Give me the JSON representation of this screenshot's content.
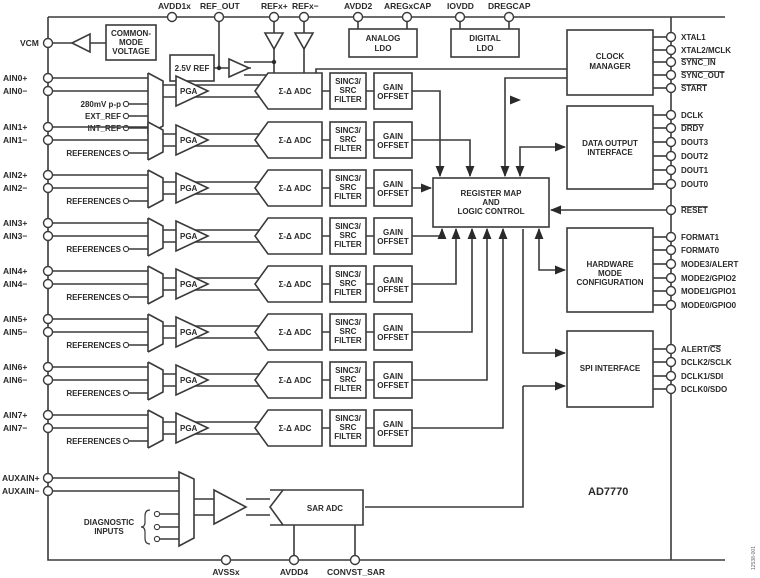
{
  "diagram": {
    "part_number": "AD7770",
    "figure_id": "12538-001",
    "top_pins": [
      "AVDD1x",
      "REF_OUT",
      "REFx+",
      "REFx−",
      "AVDD2",
      "AREGxCAP",
      "IOVDD",
      "DREGCAP"
    ],
    "bottom_pins": [
      "AVSSx",
      "AVDD4",
      "CONVST_SAR"
    ],
    "left_pins": {
      "vcm": "VCM",
      "aux": [
        "AUXAIN+",
        "AUXAIN−"
      ]
    },
    "blocks": {
      "common_mode": [
        "COMMON-",
        "MODE",
        "VOLTAGE"
      ],
      "ref_2v5": "2.5V REF",
      "analog_ldo": [
        "ANALOG",
        "LDO"
      ],
      "digital_ldo": [
        "DIGITAL",
        "LDO"
      ],
      "clock_manager": [
        "CLOCK",
        "MANAGER"
      ],
      "data_output": [
        "DATA OUTPUT",
        "INTERFACE"
      ],
      "register_map": [
        "REGISTER MAP",
        "AND",
        "LOGIC CONTROL"
      ],
      "hw_mode": [
        "HARDWARE",
        "MODE",
        "CONFIGURATION"
      ],
      "spi": "SPI INTERFACE",
      "sar_adc": "SAR ADC",
      "diagnostic": [
        "DIAGNOSTIC",
        "INPUTS"
      ]
    },
    "channel_blocks": {
      "pga": "PGA",
      "adc": "Σ-Δ ADC",
      "filter": [
        "SINC3/",
        "SRC",
        "FILTER"
      ],
      "gain": [
        "GAIN",
        "OFFSET"
      ]
    },
    "channels": [
      {
        "pos": "AIN0+",
        "neg": "AIN0−",
        "refs": [
          "280mV p-p",
          "EXT_REF",
          "INT_REF"
        ]
      },
      {
        "pos": "AIN1+",
        "neg": "AIN1−",
        "refs": [
          "REFERENCES"
        ]
      },
      {
        "pos": "AIN2+",
        "neg": "AIN2−",
        "refs": [
          "REFERENCES"
        ]
      },
      {
        "pos": "AIN3+",
        "neg": "AIN3−",
        "refs": [
          "REFERENCES"
        ]
      },
      {
        "pos": "AIN4+",
        "neg": "AIN4−",
        "refs": [
          "REFERENCES"
        ]
      },
      {
        "pos": "AIN5+",
        "neg": "AIN5−",
        "refs": [
          "REFERENCES"
        ]
      },
      {
        "pos": "AIN6+",
        "neg": "AIN6−",
        "refs": [
          "REFERENCES"
        ]
      },
      {
        "pos": "AIN7+",
        "neg": "AIN7−",
        "refs": [
          "REFERENCES"
        ]
      }
    ],
    "right_pin_groups": {
      "clock": [
        {
          "label": "XTAL1",
          "overbar": false
        },
        {
          "label": "XTAL2/MCLK",
          "overbar": false
        },
        {
          "label": "SYNC_IN",
          "overbar": true
        },
        {
          "label": "SYNC_OUT",
          "overbar": true
        },
        {
          "label": "START",
          "overbar": true
        }
      ],
      "data_output": [
        {
          "label": "DCLK",
          "overbar": false
        },
        {
          "label": "DRDY",
          "overbar": true
        },
        {
          "label": "DOUT3",
          "overbar": false
        },
        {
          "label": "DOUT2",
          "overbar": false
        },
        {
          "label": "DOUT1",
          "overbar": false
        },
        {
          "label": "DOUT0",
          "overbar": false
        }
      ],
      "reset": {
        "label": "RESET",
        "overbar": true
      },
      "hw_mode": [
        {
          "label": "FORMAT1",
          "overbar": false
        },
        {
          "label": "FORMAT0",
          "overbar": false
        },
        {
          "label": "MODE3/ALERT",
          "overbar": false
        },
        {
          "label": "MODE2/GPIO2",
          "overbar": false
        },
        {
          "label": "MODE1/GPIO1",
          "overbar": false
        },
        {
          "label": "MODE0/GPIO0",
          "overbar": false
        }
      ],
      "spi": [
        {
          "label": "ALERT/CS",
          "overbar": false,
          "partial_overbar": "CS"
        },
        {
          "label": "DCLK2/SCLK",
          "overbar": false
        },
        {
          "label": "DCLK1/SDI",
          "overbar": false
        },
        {
          "label": "DCLK0/SDO",
          "overbar": false
        }
      ]
    }
  }
}
